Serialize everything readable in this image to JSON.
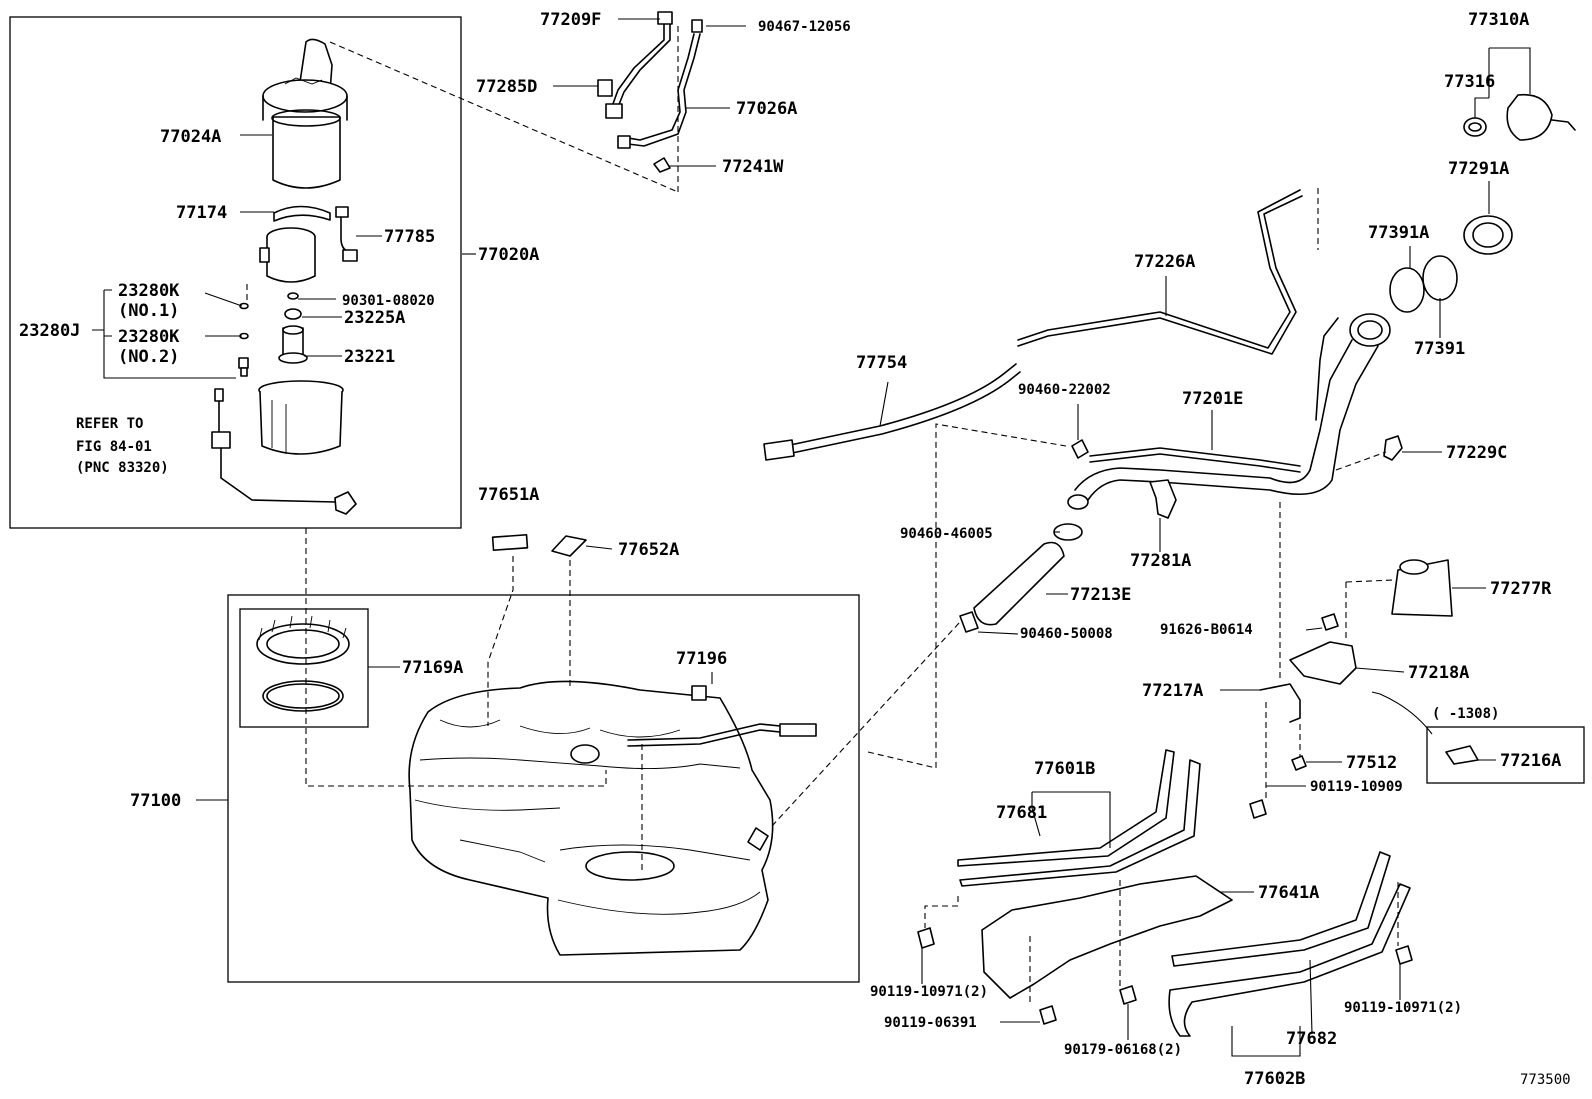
{
  "figure_id": "773500",
  "refer": {
    "line1": "REFER TO",
    "line2": "FIG 84-01",
    "line3": "(PNC 83320)"
  },
  "labels": {
    "p77209F": "77209F",
    "p90467_12056": "90467-12056",
    "p77285D": "77285D",
    "p77026A": "77026A",
    "p77241W": "77241W",
    "p77024A": "77024A",
    "p77174": "77174",
    "p77785": "77785",
    "p77020A": "77020A",
    "p23280K_1": "23280K",
    "p23280K_1_note": "(NO.1)",
    "p23280J": "23280J",
    "p23280K_2": "23280K",
    "p23280K_2_note": "(NO.2)",
    "p90301_08020": "90301-08020",
    "p23225A": "23225A",
    "p23221": "23221",
    "p77651A": "77651A",
    "p77652A": "77652A",
    "p77169A": "77169A",
    "p77196": "77196",
    "p77100": "77100",
    "p77310A": "77310A",
    "p77316": "77316",
    "p77291A": "77291A",
    "p77391A": "77391A",
    "p77391": "77391",
    "p77226A": "77226A",
    "p77754": "77754",
    "p90460_22002": "90460-22002",
    "p77201E": "77201E",
    "p77229C": "77229C",
    "p90460_46005": "90460-46005",
    "p77281A": "77281A",
    "p77213E": "77213E",
    "p90460_50008": "90460-50008",
    "p77277R": "77277R",
    "p91626_B0614": "91626-B0614",
    "p77218A": "77218A",
    "p77217A": "77217A",
    "p1308": "(    -1308)",
    "p77216A": "77216A",
    "p77512": "77512",
    "p90119_10909": "90119-10909",
    "p77601B": "77601B",
    "p77681": "77681",
    "p77641A": "77641A",
    "p90119_10971_L": "90119-10971(2)",
    "p90119_06391": "90119-06391",
    "p90179_06168": "90179-06168(2)",
    "p77682": "77682",
    "p90119_10971_R": "90119-10971(2)",
    "p77602B": "77602B"
  }
}
